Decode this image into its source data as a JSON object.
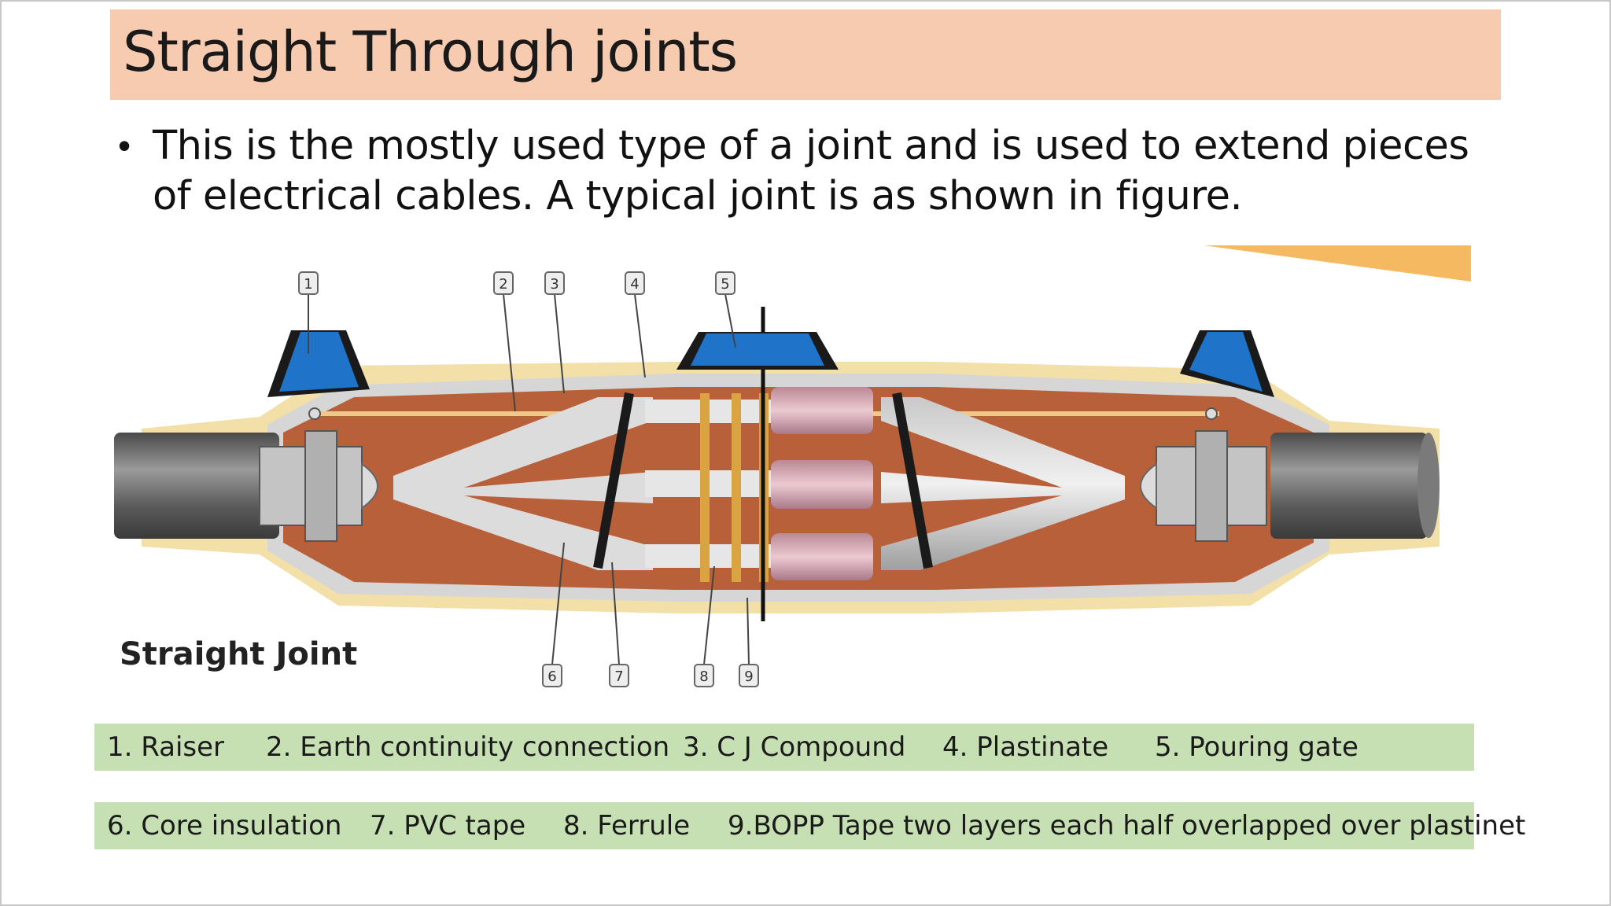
{
  "title": "Straight Through joints",
  "bullet": "This is the mostly used type of a joint and is used to extend pieces of electrical cables. A typical joint is as shown in figure.",
  "figure": {
    "caption": "Straight Joint",
    "callouts": [
      "1",
      "2",
      "3",
      "4",
      "5",
      "6",
      "7",
      "8",
      "9"
    ]
  },
  "legend": {
    "row1": [
      "1. Raiser",
      "2. Earth continuity connection",
      "3. C J Compound",
      "4. Plastinate",
      "5. Pouring gate"
    ],
    "row2": [
      "6. Core insulation",
      "7. PVC tape",
      "8. Ferrule",
      "9.BOPP Tape two layers each half overlapped over plastinet"
    ]
  },
  "colors": {
    "title_bg": "#f7cbb0",
    "legend_bg": "#c6e0b4",
    "compound": "#b8603a",
    "raiser": "#1f73c9",
    "cable": "#6b6b6b",
    "ferrule": "#d9a441",
    "tape": "#c79aa6"
  }
}
